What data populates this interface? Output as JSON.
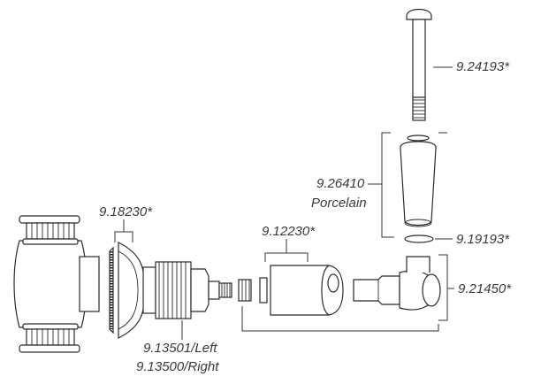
{
  "diagram": {
    "labels": {
      "handle_screw": "9.24193*",
      "handle_porcelain_code": "9.26410",
      "handle_porcelain_text": "Porcelain",
      "washer": "9.19193*",
      "handle_assembly": "9.21450*",
      "cover_sleeve": "9.12230*",
      "escutcheon": "9.18230*",
      "cartridge_left": "9.13501/Left",
      "cartridge_right": "9.13500/Right"
    }
  }
}
